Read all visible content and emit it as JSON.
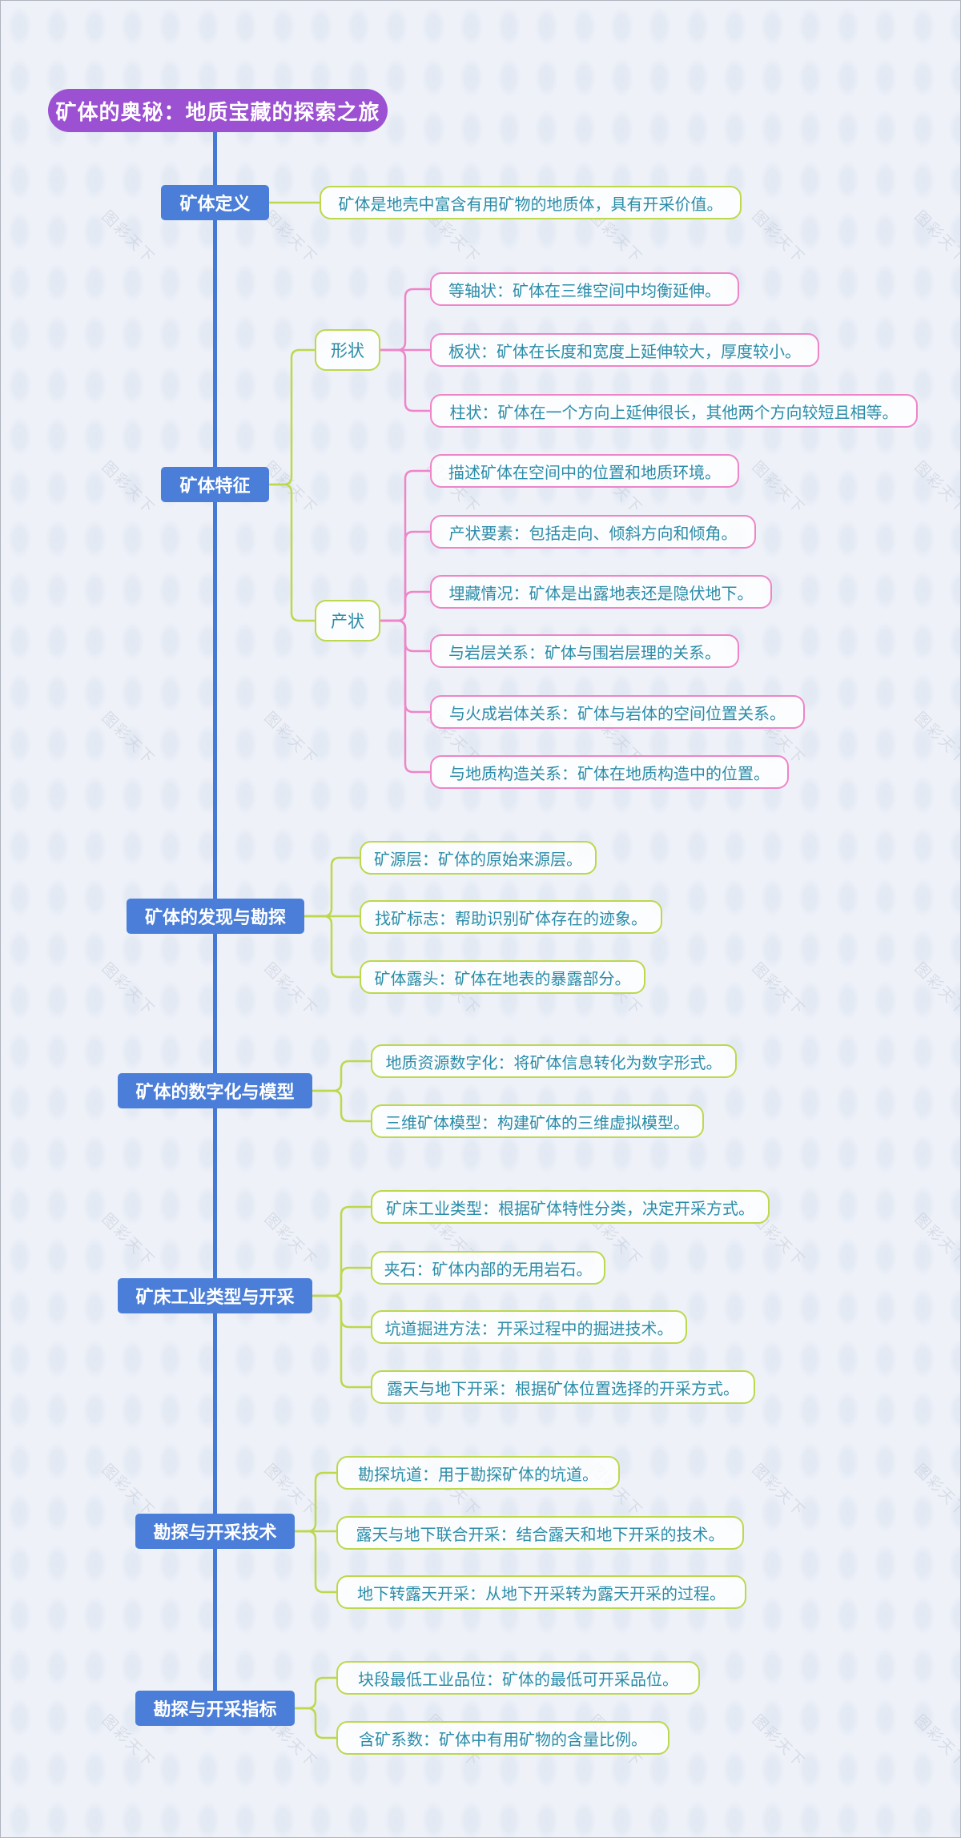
{
  "title": "矿体的奥秘：地质宝藏的探索之旅",
  "watermark": "图彩天下",
  "colors": {
    "root_purple": "#9c50d2",
    "branch_blue": "#4a7ed8",
    "trunk_blue": "#4579d6",
    "leaf_border_green": "#bdd84b",
    "leaf_border_pink": "#ee85c8",
    "leaf_text_teal": "#2b8ca8",
    "background": "#eef1f8"
  },
  "branches": [
    {
      "label": "矿体定义",
      "children": [
        {
          "text": "矿体是地壳中富含有用矿物的地质体，具有开采价值。"
        }
      ]
    },
    {
      "label": "矿体特征",
      "children": [
        {
          "label": "形状",
          "children": [
            {
              "text": "等轴状：矿体在三维空间中均衡延伸。"
            },
            {
              "text": "板状：矿体在长度和宽度上延伸较大，厚度较小。"
            },
            {
              "text": "柱状：矿体在一个方向上延伸很长，其他两个方向较短且相等。"
            }
          ]
        },
        {
          "label": "产状",
          "children": [
            {
              "text": "描述矿体在空间中的位置和地质环境。"
            },
            {
              "text": "产状要素：包括走向、倾斜方向和倾角。"
            },
            {
              "text": "埋藏情况：矿体是出露地表还是隐伏地下。"
            },
            {
              "text": "与岩层关系：矿体与围岩层理的关系。"
            },
            {
              "text": "与火成岩体关系：矿体与岩体的空间位置关系。"
            },
            {
              "text": "与地质构造关系：矿体在地质构造中的位置。"
            }
          ]
        }
      ]
    },
    {
      "label": "矿体的发现与勘探",
      "children": [
        {
          "text": "矿源层：矿体的原始来源层。"
        },
        {
          "text": "找矿标志：帮助识别矿体存在的迹象。"
        },
        {
          "text": "矿体露头：矿体在地表的暴露部分。"
        }
      ]
    },
    {
      "label": "矿体的数字化与模型",
      "children": [
        {
          "text": "地质资源数字化：将矿体信息转化为数字形式。"
        },
        {
          "text": "三维矿体模型：构建矿体的三维虚拟模型。"
        }
      ]
    },
    {
      "label": "矿床工业类型与开采",
      "children": [
        {
          "text": "矿床工业类型：根据矿体特性分类，决定开采方式。"
        },
        {
          "text": "夹石：矿体内部的无用岩石。"
        },
        {
          "text": "坑道掘进方法：开采过程中的掘进技术。"
        },
        {
          "text": "露天与地下开采：根据矿体位置选择的开采方式。"
        }
      ]
    },
    {
      "label": "勘探与开采技术",
      "children": [
        {
          "text": "勘探坑道：用于勘探矿体的坑道。"
        },
        {
          "text": "露天与地下联合开采：结合露天和地下开采的技术。"
        },
        {
          "text": "地下转露天开采：从地下开采转为露天开采的过程。"
        }
      ]
    },
    {
      "label": "勘探与开采指标",
      "children": [
        {
          "text": "块段最低工业品位：矿体的最低可开采品位。"
        },
        {
          "text": "含矿系数：矿体中有用矿物的含量比例。"
        }
      ]
    }
  ]
}
